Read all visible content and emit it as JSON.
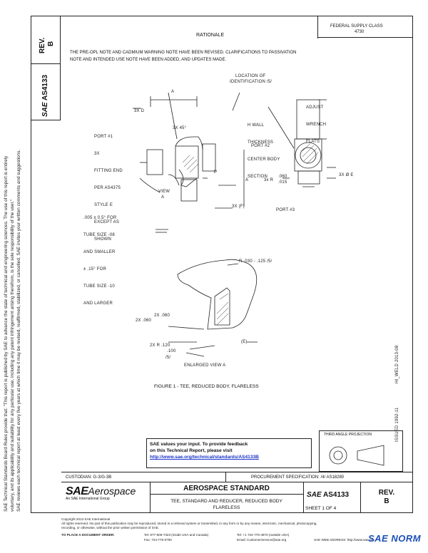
{
  "header": {
    "rev_label": "REV.",
    "rev_value": "B",
    "doc_id": "AS4133",
    "sae_mark": "SAE",
    "rationale_label": "RATIONALE",
    "fsc": "FEDERAL SUPPLY CLASS",
    "fsc_value": "4730",
    "rationale_text": [
      "THE PRE-OPL NOTE AND CADMIUM WARNING NOTE HAVE BEEN REVISED. CLARIFICATIONS TO PASSIVATION",
      "NOTE AND INTENDED USE NOTE HAVE BEEN ADDED, AND UPDATES MADE."
    ]
  },
  "side_note": [
    "SAE Technical Standards Board Rules provide that: \"This report is published by SAE to advance the state of technical and engineering sciences. The use of this report is entirely",
    "voluntary, and its applicability and suitability for any particular use, including any patent infringement arising therefrom, is the sole responsibility of the user.\"",
    "SAE reviews each technical report at least every five years at which time it may be revised, reaffirmed, stabilized, or cancelled. SAE invites your written comments and suggestions."
  ],
  "drawing": {
    "labels": {
      "location": "LOCATION OF",
      "identification": "IDENTIFICATION /5/",
      "dim_a": "A",
      "dim_d": "3X D",
      "dim_45": "3X 45°",
      "port1": "PORT #1",
      "port1_b": "3X",
      "port1_c": "FITTING END",
      "port1_d": "PER AS4375",
      "port1_e": "STYLE E",
      "port1_f": "EXCEPT AS",
      "port1_g": "SHOWN",
      "hwall": "H WALL",
      "hwall2": "THICKNESS",
      "hwall3": "CENTER BODY",
      "hwall4": "SECTION",
      "port2": "PORT #2",
      "wrench": "ADJUST",
      "wrench2": "WRENCH",
      "wrench3": "FLATS",
      "dim_p": "P",
      "dim_a2": "A",
      "view": "VIEW",
      "view_a": "A",
      "dim_c1": ".060",
      "dim_c2": ".015",
      "dim_3xr": "3x R",
      "dim_3xe": "3X Ø E",
      "dim_3xf": "3X (F)",
      "port3": "PORT #3",
      "note_tube1": ".005 ± 0.5° FOR",
      "note_tube2": "TUBE SIZE -08",
      "note_tube3": "AND SMALLER",
      "note_tube4": "± .15° FOR",
      "note_tube5": "TUBE SIZE -10",
      "note_tube6": "AND LARGER",
      "detail_r": "R .030 - .125 /5/",
      "detail_2x": "2X .060",
      "detail_2x2": "2X .060",
      "detail_2xr": "2X R .120",
      "detail_2xr2": ".100",
      "detail_2xr3": "/5/",
      "detail_e": "(E)",
      "enlarged": "ENLARGED VIEW A",
      "figure": "FIGURE 1 - TEE, REDUCED BODY, FLARELESS"
    }
  },
  "right_margin": {
    "stamp1": "HI_WELD 2013-08",
    "stamp2": "ISSUED 1992-11"
  },
  "feedback": {
    "line1": "SAE values your input. To provide feedback",
    "line2": "on this Technical Report, please visit",
    "url": "http://www.sae.org/technical/standards/AS4133B"
  },
  "projection": {
    "label": "THIRD ANGLE PROJECTION"
  },
  "title_block": {
    "custodian": "CUSTODIAN: G-3/G-3B",
    "procurement": "PROCUREMENT SPECIFICATION: /4/ AS18280",
    "logo_sae": "SAE",
    "logo_aero": "Aerospace",
    "logo_sub": "An SAE International Group",
    "standard": "AEROSPACE STANDARD",
    "title1": "TEE, STANDARD AND REDUCER, REDUCED BODY",
    "title2": "FLARELESS",
    "sae_small": "SAE",
    "doc_id": "AS4133",
    "sheet": "SHEET 1 OF 4",
    "rev_label": "REV.",
    "rev_value": "B"
  },
  "footer": {
    "line1": "Copyright 2013 SAE International",
    "line2": "All rights reserved. No part of this publication may be reproduced, stored in a retrieval system or transmitted, in any form or by any means, electronic, mechanical, photocopying,",
    "line3": "recording, or otherwise, without the prior written permission of SAE.",
    "order": "TO PLACE A DOCUMENT ORDER:",
    "tel1": "Tel: 877-606-7323 (inside USA and Canada)",
    "tel2": "Tel: +1 724-776-4970 (outside USA)",
    "fax": "Fax: 724-776-0790",
    "email": "Email: CustomerService@sae.org",
    "web": "SAE WEB ADDRESS: http://www.sae.org",
    "watermark": "SAE NORM"
  }
}
